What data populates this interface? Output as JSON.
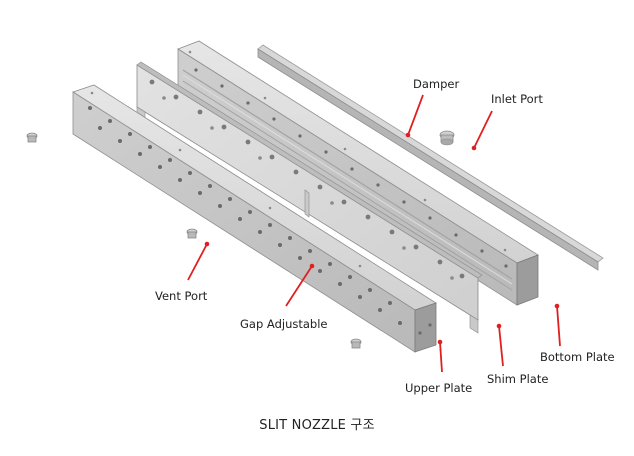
{
  "labels": {
    "damper": "Damper",
    "inlet_port": "Inlet Port",
    "vent_port": "Vent Port",
    "gap_adjustable": "Gap Adjustable",
    "upper_plate": "Upper Plate",
    "shim_plate": "Shim Plate",
    "bottom_plate": "Bottom Plate"
  },
  "caption": "SLIT NOZZLE 구조",
  "colors": {
    "callout": "#e02020",
    "plate_top": "#dcdcdc",
    "plate_front": "#c4c4c4",
    "plate_end": "#9a9a9a",
    "hole": "#6a6a6a"
  }
}
